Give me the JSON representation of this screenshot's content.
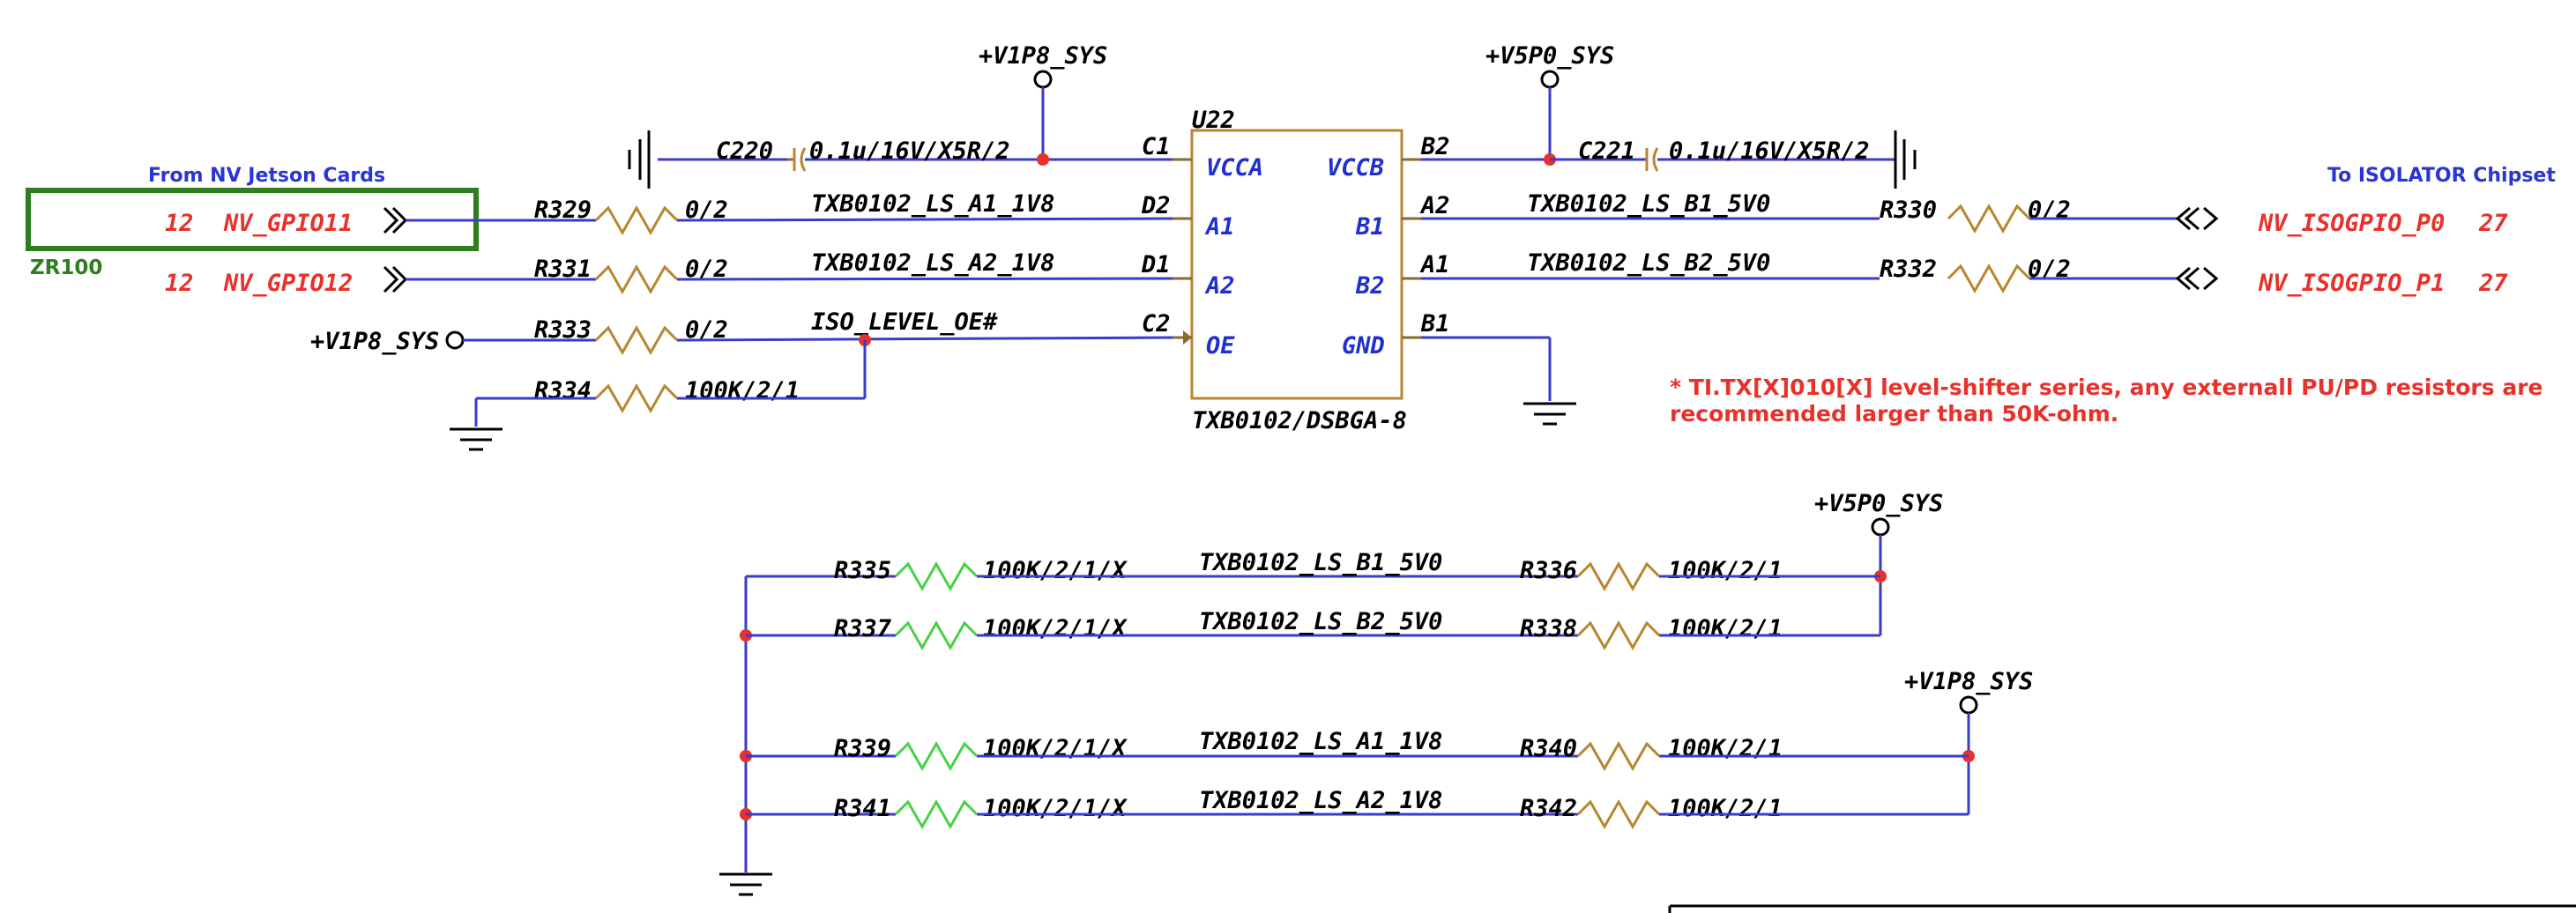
{
  "power": {
    "v1p8_top": "+V1P8_SYS",
    "v5p0_top": "+V5P0_SYS",
    "v1p8_left": "+V1P8_SYS",
    "v5p0_bottom": "+V5P0_SYS",
    "v1p8_bottom": "+V1P8_SYS"
  },
  "capacitors": {
    "c220_ref": "C220",
    "c220_val": "0.1u/16V/X5R/2",
    "c221_ref": "C221",
    "c221_val": "0.1u/16V/X5R/2"
  },
  "chip": {
    "ref": "U22",
    "part": "TXB0102/DSBGA-8",
    "pins": {
      "c1": "C1",
      "d2": "D2",
      "d1": "D1",
      "c2": "C2",
      "b2_top": "B2",
      "a2": "A2",
      "a1": "A1",
      "b1_bottom": "B1",
      "vcca": "VCCA",
      "a1_in": "A1",
      "a2_in": "A2",
      "oe": "OE",
      "vccb": "VCCB",
      "b1_in": "B1",
      "b2_in": "B2",
      "gnd": "GND"
    }
  },
  "left_signals": {
    "header": "From NV Jetson Cards",
    "box_label": "ZR100",
    "gpio1_num": "12",
    "gpio1_name": "NV_GPIO11",
    "gpio2_num": "12",
    "gpio2_name": "NV_GPIO12"
  },
  "right_signals": {
    "header": "To ISOLATOR Chipset",
    "p0_name": "NV_ISOGPIO_P0",
    "p0_num": "27",
    "p1_name": "NV_ISOGPIO_P1",
    "p1_num": "27"
  },
  "resistors": {
    "r329": "R329",
    "r329_val": "0/2",
    "r331": "R331",
    "r331_val": "0/2",
    "r333": "R333",
    "r333_val": "0/2",
    "r334": "R334",
    "r334_val": "100K/2/1",
    "r330": "R330",
    "r330_val": "0/2",
    "r332": "R332",
    "r332_val": "0/2",
    "r335": "R335",
    "r335_val": "100K/2/1/X",
    "r336": "R336",
    "r336_val": "100K/2/1",
    "r337": "R337",
    "r337_val": "100K/2/1/X",
    "r338": "R338",
    "r338_val": "100K/2/1",
    "r339": "R339",
    "r339_val": "100K/2/1/X",
    "r340": "R340",
    "r340_val": "100K/2/1",
    "r341": "R341",
    "r341_val": "100K/2/1/X",
    "r342": "R342",
    "r342_val": "100K/2/1"
  },
  "nets": {
    "ls_a1": "TXB0102_LS_A1_1V8",
    "ls_a2": "TXB0102_LS_A2_1V8",
    "oe": "ISO_LEVEL_OE#",
    "ls_b1": "TXB0102_LS_B1_5V0",
    "ls_b2": "TXB0102_LS_B2_5V0",
    "pu_b1": "TXB0102_LS_B1_5V0",
    "pu_b2": "TXB0102_LS_B2_5V0",
    "pu_a1": "TXB0102_LS_A1_1V8",
    "pu_a2": "TXB0102_LS_A2_1V8"
  },
  "note": {
    "line1": "* TI.TX[X]010[X] level-shifter series, any externall PU/PD resistors are",
    "line2": "recommended larger than 50K-ohm."
  }
}
